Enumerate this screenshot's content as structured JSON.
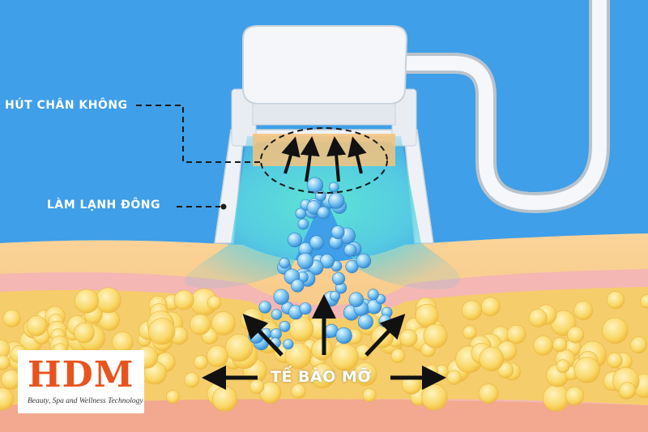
{
  "labels": {
    "suction": "HÚT CHÂN KHÔNG",
    "freezing": "LÀM LẠNH ĐÔNG",
    "fat_cells": "TẾ BÀO MỠ"
  },
  "logo": {
    "mark": "HDM",
    "tagline": "Beauty, Spa and Wellness Technology"
  },
  "colors": {
    "background": "#3f9fe8",
    "skin_outer": "#f7c57a",
    "skin_pink": "#f4b7b3",
    "fat_cell": "#f7d265",
    "device_white": "#f4f6f9",
    "cold_zone": "#7fe7d6",
    "crystal": "#7cc7f2",
    "logo_brand": "#e8541e"
  },
  "icons": {
    "suction_arrows": "up-arrow-icon",
    "fat_arrows": "arrow-icon",
    "vacuum_tube": "tube-icon"
  }
}
